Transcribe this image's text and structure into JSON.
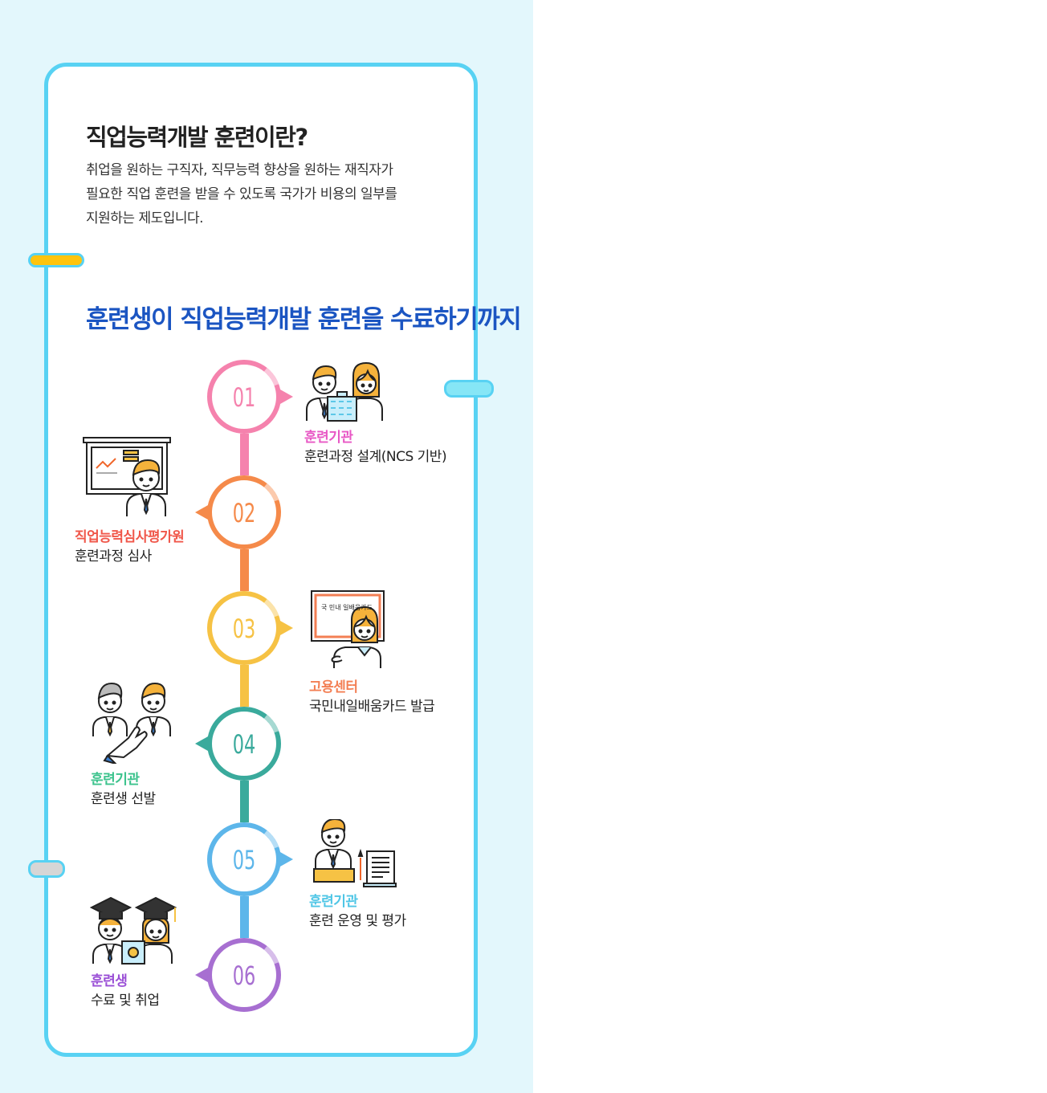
{
  "intro": {
    "title": "직업능력개발 훈련이란?",
    "lines": [
      "취업을 원하는 구직자, 직무능력 향상을 원하는 재직자가",
      "필요한 직업 훈련을 받을 수 있도록 국가가 비용의 일부를",
      "지원하는 제도입니다."
    ]
  },
  "section_title": "훈련생이 직업능력개발 훈련을 수료하기까지",
  "colors": {
    "background": "#e3f7fc",
    "card_border": "#58d2f3",
    "title_blue": "#1b55c2",
    "tab_yellow": "#ffc40e"
  },
  "steps": [
    {
      "number": "01",
      "organization": "훈련기관",
      "description": "훈련과정 설계(NCS 기반)",
      "color": "#f582ad",
      "org_color": "#e858c5",
      "icon": "staff-building-icon"
    },
    {
      "number": "02",
      "organization": "직업능력심사평가원",
      "description": "훈련과정 심사",
      "color": "#f58a4a",
      "org_color": "#f0574a",
      "icon": "presentation-board-icon"
    },
    {
      "number": "03",
      "organization": "고용센터",
      "description": "국민내일배움카드 발급",
      "color": "#f6c244",
      "org_color": "#f37f54",
      "icon": "card-issue-icon"
    },
    {
      "number": "04",
      "organization": "훈련기관",
      "description": "훈련생 선발",
      "color": "#3aaa9c",
      "org_color": "#3cc38d",
      "icon": "selection-pointer-icon"
    },
    {
      "number": "05",
      "organization": "훈련기관",
      "description": "훈련 운영 및 평가",
      "color": "#5db6ea",
      "org_color": "#4fc6e6",
      "icon": "evaluation-document-icon"
    },
    {
      "number": "06",
      "organization": "훈련생",
      "description": "수료 및 취업",
      "color": "#a76fd1",
      "org_color": "#9a4fd6",
      "icon": "graduation-cap-icon"
    }
  ],
  "card_label": "국 민내 일배움카드"
}
